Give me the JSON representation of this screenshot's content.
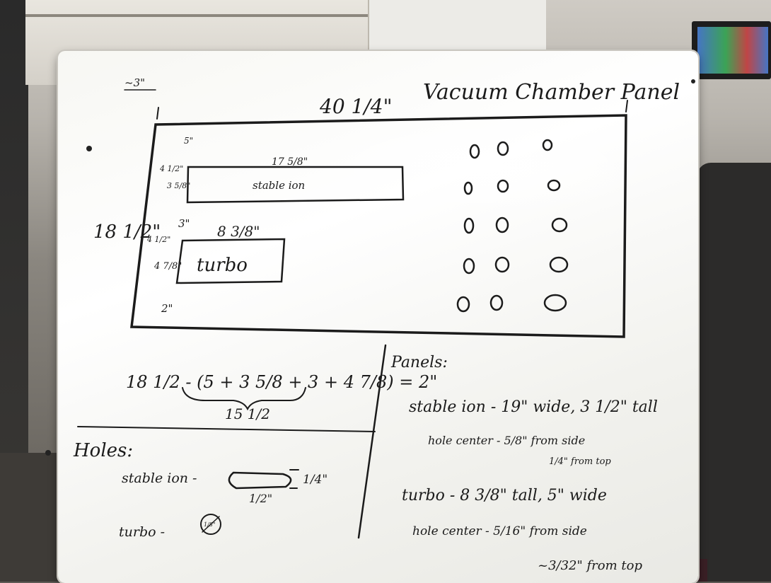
{
  "board": {
    "title": "Vacuum Chamber Panel",
    "top_note": "~3\"",
    "width_dim": "40 1/4\"",
    "height_dim": "18 1/2\"",
    "stable_ion_box": {
      "label": "stable ion",
      "width_dim": "17 5/8\"",
      "top_gap": "5\"",
      "left_gap": "4 1/2\"",
      "height_dim": "3 5/8\""
    },
    "between_gap": "3\"",
    "turbo_box": {
      "label": "turbo",
      "width_dim": "8 3/8\"",
      "left_gap": "4 1/2\"",
      "height_dim": "4 7/8\""
    },
    "bottom_gap": "2\"",
    "calc": {
      "expression": "18 1/2 - (5 + 3 5/8 + 3 + 4 7/8) = 2\"",
      "subtotal": "15 1/2"
    },
    "holes": {
      "title": "Holes:",
      "stable_ion": "stable ion -",
      "stable_ion_height": "1/4\"",
      "stable_ion_length": "1/2\"",
      "turbo": "turbo -",
      "turbo_diameter": "1/8\""
    },
    "panels": {
      "title": "Panels:",
      "stable_ion_line": "stable ion - 19\" wide, 3 1/2\" tall",
      "stable_ion_hole_1": "hole center - 5/8\" from side",
      "stable_ion_hole_2": "1/4\" from top",
      "turbo_line": "turbo - 8 3/8\" tall, 5\" wide",
      "turbo_hole_1": "hole center - 5/16\" from side",
      "turbo_hole_2": "~3/32\" from top"
    }
  }
}
